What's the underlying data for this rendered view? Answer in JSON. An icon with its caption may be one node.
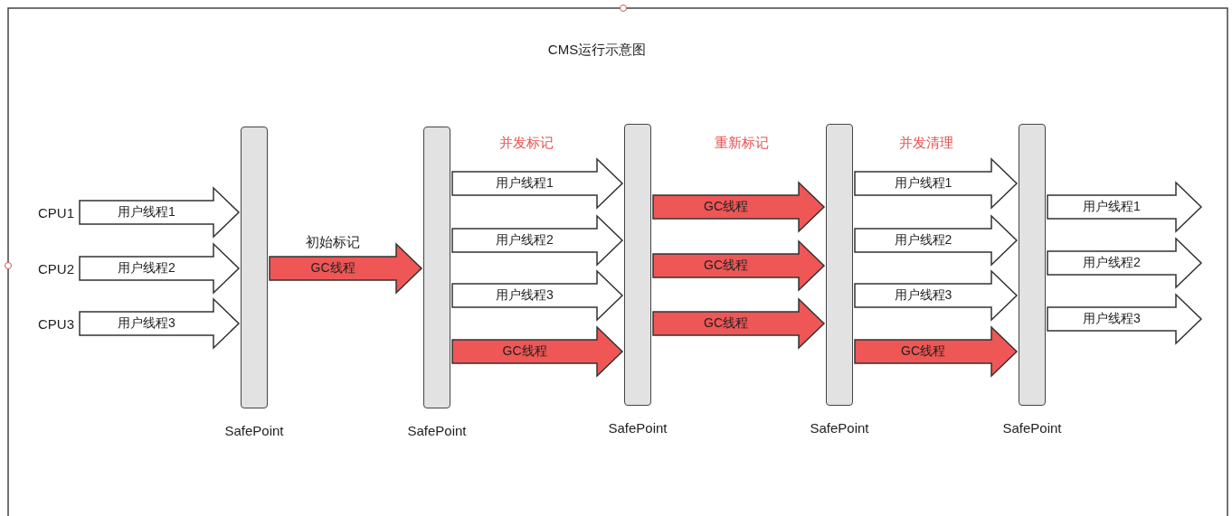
{
  "diagram": {
    "title": "CMS运行示意图",
    "nodes": [
      {
        "text": [
          "CPU1"
        ]
      },
      {
        "text": [
          "CPU2"
        ]
      },
      {
        "text": [
          "CPU3"
        ]
      },
      {
        "text": [
          "SafePoint"
        ]
      },
      {
        "text": [
          "SafePoint"
        ]
      },
      {
        "text": [
          "SafePoint"
        ]
      },
      {
        "text": [
          "SafePoint"
        ]
      },
      {
        "text": [
          "SafePoint"
        ]
      }
    ],
    "edges": [
      {
        "from": 0,
        "to": 3,
        "arrow": "to",
        "label": "用户线程1"
      },
      {
        "from": 1,
        "to": 3,
        "arrow": "to",
        "label": "用户线程2"
      },
      {
        "from": 2,
        "to": 3,
        "arrow": "to",
        "label": "用户线程3"
      },
      {
        "from": 3,
        "to": 4,
        "arrow": "to",
        "label": "GC线程",
        "color": "#ef5656"
      },
      {
        "from": 4,
        "to": 5,
        "arrow": "to",
        "label": "用户线程1"
      },
      {
        "from": 4,
        "to": 5,
        "arrow": "to",
        "label": "用户线程2"
      },
      {
        "from": 4,
        "to": 5,
        "arrow": "to",
        "label": "用户线程3"
      },
      {
        "from": 4,
        "to": 5,
        "arrow": "to",
        "label": "GC线程",
        "color": "#ef5656"
      },
      {
        "from": 5,
        "to": 6,
        "arrow": "to",
        "label": "GC线程",
        "color": "#ef5656"
      },
      {
        "from": 5,
        "to": 6,
        "arrow": "to",
        "label": "GC线程",
        "color": "#ef5656"
      },
      {
        "from": 5,
        "to": 6,
        "arrow": "to",
        "label": "GC线程",
        "color": "#ef5656"
      },
      {
        "from": 6,
        "to": 7,
        "arrow": "to",
        "label": "用户线程1"
      },
      {
        "from": 6,
        "to": 7,
        "arrow": "to",
        "label": "用户线程2"
      },
      {
        "from": 6,
        "to": 7,
        "arrow": "to",
        "label": "用户线程3"
      },
      {
        "from": 6,
        "to": 7,
        "arrow": "to",
        "label": "GC线程",
        "color": "#ef5656"
      },
      {
        "from": 7,
        "to": null,
        "arrow": "to",
        "label": "用户线程1"
      },
      {
        "from": 7,
        "to": null,
        "arrow": "to",
        "label": "用户线程2"
      },
      {
        "from": 7,
        "to": null,
        "arrow": "to",
        "label": "用户线程3"
      }
    ],
    "labels": [
      "初始标记",
      "并发标记",
      "重新标记",
      "并发清理"
    ]
  }
}
